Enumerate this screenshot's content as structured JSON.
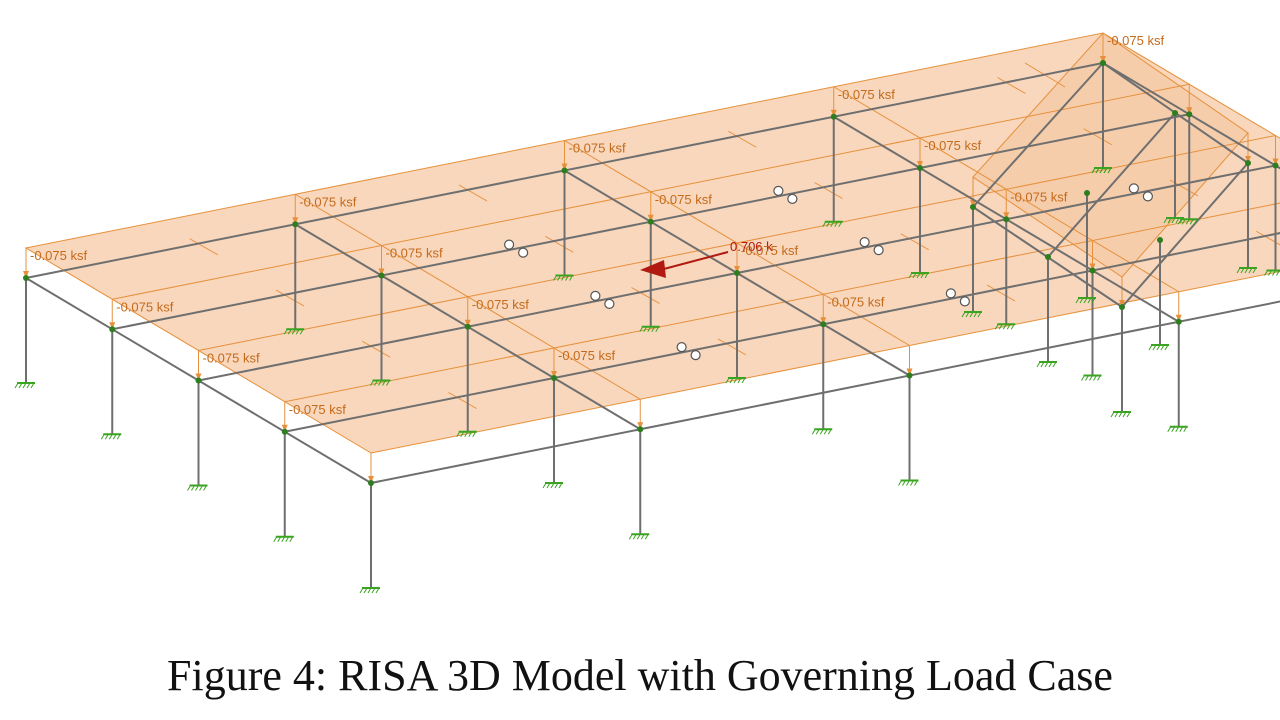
{
  "figure": {
    "caption": "Figure 4: RISA 3D Model with Governing Load Case"
  },
  "model": {
    "area_load_label": "-0.075 ksf",
    "point_load_label": "0.706 k",
    "colors": {
      "member": "#6f6f6f",
      "load_panel_fill": "#f6c9a6",
      "load_panel_edge": "#e6903c",
      "load_text": "#c46a1b",
      "point_load": "#b01a10",
      "node": "#2e7d1f",
      "support": "#3aa321"
    }
  }
}
